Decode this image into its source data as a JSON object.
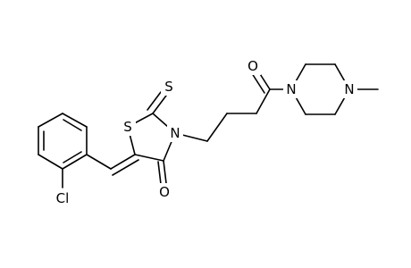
{
  "atoms": {
    "sulfur_ring": "S",
    "sulfur_thione": "S",
    "nitrogen_ring": "N",
    "oxygen_ring": "O",
    "oxygen_amide": "O",
    "nitrogen_amide": "N",
    "nitrogen_methyl": "N",
    "chlorine": "Cl"
  },
  "colors": {
    "bond": "#000000",
    "background": "#ffffff"
  }
}
